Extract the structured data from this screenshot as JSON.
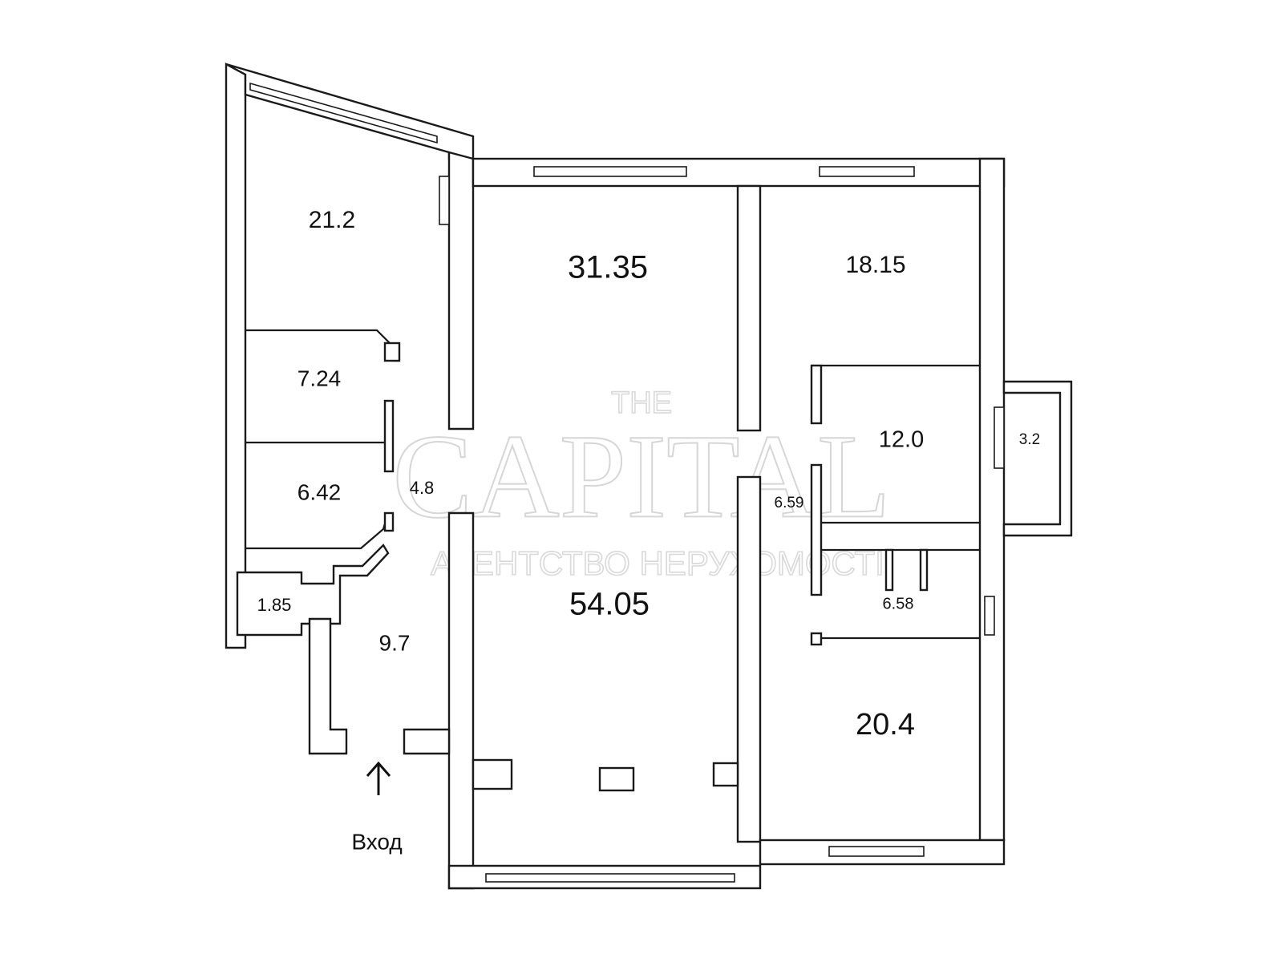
{
  "watermark": {
    "line1": "THE",
    "line2": "CAPITAL",
    "line3": "АГЕНТСТВО НЕРУХОМОСТІ",
    "color": "#d6d6d6"
  },
  "rooms": {
    "r_21_2": "21.2",
    "r_31_35": "31.35",
    "r_18_15": "18.15",
    "r_7_24": "7.24",
    "r_12_0": "12.0",
    "r_3_2": "3.2",
    "r_6_42": "6.42",
    "r_4_8": "4.8",
    "r_6_59": "6.59",
    "r_54_05": "54.05",
    "r_6_58": "6.58",
    "r_1_85": "1.85",
    "r_9_7": "9.7",
    "r_20_4": "20.4"
  },
  "entrance": {
    "label": "Вход",
    "icon": "arrow-up-icon"
  },
  "colors": {
    "line": "#1a1a1a",
    "background": "#ffffff"
  }
}
